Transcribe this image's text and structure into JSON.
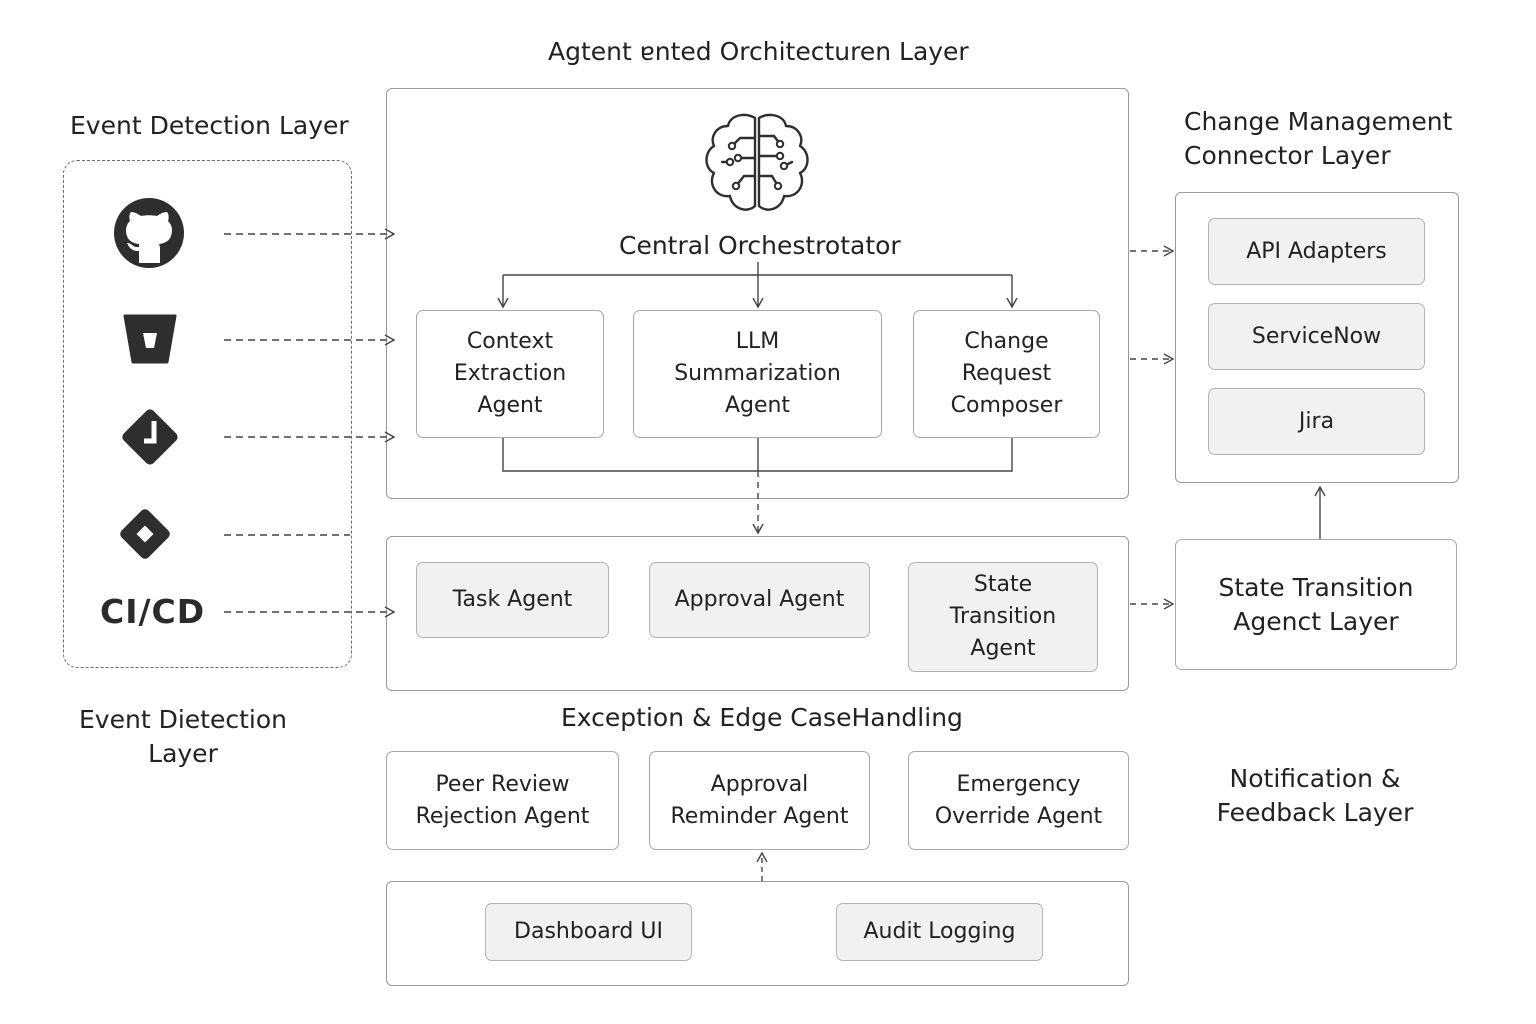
{
  "titles": {
    "top": "Agtent ɐnted Orchitecturen Layer",
    "event_detection_top": "Event Detection Layer",
    "event_detection_bottom": "Event Dietection\nLayer",
    "change_mgmt": "Change Management\nConnector Layer",
    "exception": "Exception & Edge  CaseHandling",
    "notification": "Notification &\nFeedback Layer"
  },
  "orchestrator": {
    "label": "Central Orchestrotator",
    "icon": "brain-circuit-icon",
    "agents": [
      "Context\nExtraction\nAgent",
      "LLM\nSummarization\nAgent",
      "Change\nRequest\nComposer"
    ]
  },
  "sources": {
    "icons": [
      "github-icon",
      "bitbucket-icon",
      "jira-icon",
      "diamond-icon"
    ],
    "cicd_label": "CI/CD"
  },
  "task_row": {
    "agents": [
      "Task Agent",
      "Approval Agent",
      "State\nTransition\nAgent"
    ]
  },
  "connectors": {
    "items": [
      "API Adapters",
      "ServiceNow",
      "Jira"
    ]
  },
  "state_transition_layer": "State Transition\nAgenct Layer",
  "exception_agents": [
    "Peer Review\nRejection Agent",
    "Approval\nReminder Agent",
    "Emergency\nOverride Agent"
  ],
  "notification_items": [
    "Dashboard UI",
    "Audit Logging"
  ]
}
